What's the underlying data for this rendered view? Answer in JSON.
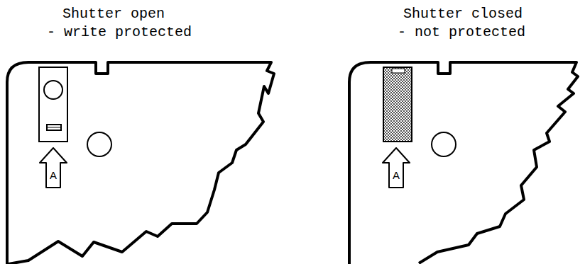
{
  "diagram": {
    "nodes": [
      {
        "text": [
          "A"
        ]
      },
      {
        "text": [
          "A"
        ]
      }
    ],
    "labels": [
      "Shutter open",
      "- write protected",
      "Shutter closed",
      "- not protected"
    ]
  }
}
